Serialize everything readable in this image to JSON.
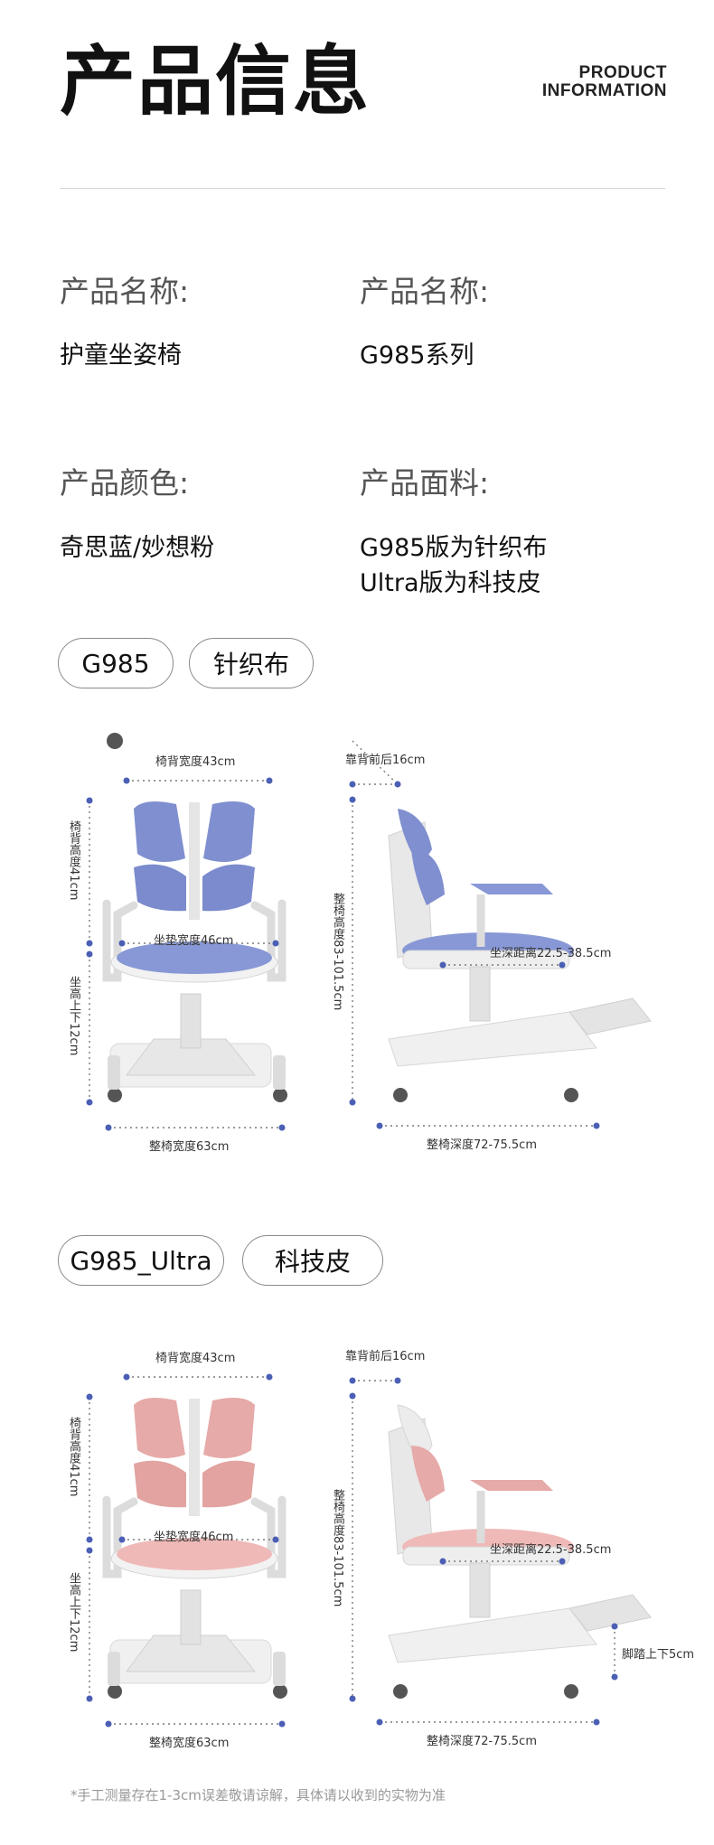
{
  "header": {
    "title": "产品信息",
    "title_en_line1": "PRODUCT",
    "title_en_line2": "INFORMATION"
  },
  "info": {
    "name_label_1": "产品名称:",
    "name_value_1": "护童坐姿椅",
    "name_label_2": "产品名称:",
    "name_value_2": "G985系列",
    "color_label": "产品颜色:",
    "color_value": "奇思蓝/妙想粉",
    "material_label": "产品面料:",
    "material_line1": "G985版为针织布",
    "material_line2": "Ultra版为科技皮"
  },
  "sections": [
    {
      "model": "G985",
      "fabric": "针织布",
      "color": "#7f8fcf",
      "dims": {
        "back_width": "椅背宽度43cm",
        "back_height": "椅背高度41cm",
        "seat_width": "坐垫宽度46cm",
        "seat_lift": "坐高上下12cm",
        "overall_width": "整椅宽度63cm",
        "back_fb": "靠背前后16cm",
        "overall_height": "整椅高度83-101.5cm",
        "seat_depth": "坐深距离22.5-38.5cm",
        "overall_depth": "整椅深度72-75.5cm"
      }
    },
    {
      "model": "G985_Ultra",
      "fabric": "科技皮",
      "color": "#e6aaa8",
      "dims": {
        "back_width": "椅背宽度43cm",
        "back_height": "椅背高度41cm",
        "seat_width": "坐垫宽度46cm",
        "seat_lift": "坐高上下12cm",
        "overall_width": "整椅宽度63cm",
        "back_fb": "靠背前后16cm",
        "overall_height": "整椅高度83-101.5cm",
        "seat_depth": "坐深距离22.5-38.5cm",
        "overall_depth": "整椅深度72-75.5cm",
        "footrest": "脚踏上下5cm"
      }
    }
  ],
  "footnote": "*手工测量存在1-3cm误差敬请谅解，具体请以收到的实物为准"
}
